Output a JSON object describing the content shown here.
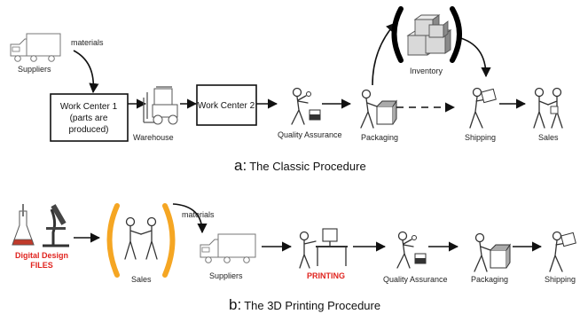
{
  "classic": {
    "materials": "materials",
    "suppliers": "Suppliers",
    "work_center_1": [
      "Work Center 1",
      "(parts are",
      "produced)"
    ],
    "warehouse": "Warehouse",
    "work_center_2": "Work Center 2",
    "quality_assurance": "Quality Assurance",
    "packaging": "Packaging",
    "inventory": "Inventory",
    "shipping": "Shipping",
    "sales": "Sales",
    "caption_letter": "a:",
    "caption_text": "The Classic Procedure"
  },
  "printing": {
    "digital_design_files": [
      "Digital Design",
      "FILES"
    ],
    "sales": "Sales",
    "materials": "materials",
    "suppliers": "Suppliers",
    "printing": "PRINTING",
    "quality_assurance": "Quality Assurance",
    "packaging": "Packaging",
    "shipping": "Shipping",
    "caption_letter": "b:",
    "caption_text": "The 3D Printing Procedure"
  },
  "colors": {
    "accent_red": "#e0241f",
    "bracket_orange": "#f5a623",
    "bracket_black": "#000000"
  },
  "icons": [
    "truck-icon",
    "forklift-icon",
    "person-inspecting-icon",
    "person-carrying-box-icon",
    "boxes-stack-icon",
    "handshake-icon",
    "lab-flask-microscope-icon",
    "3d-printer-icon"
  ]
}
